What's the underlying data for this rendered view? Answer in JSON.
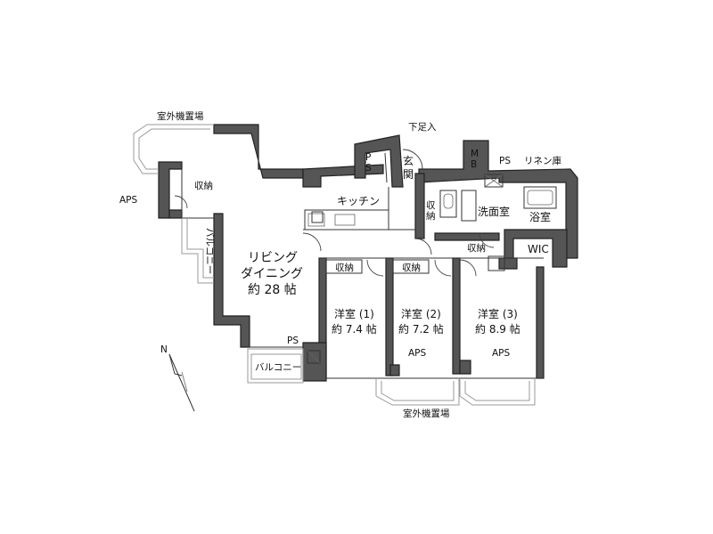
{
  "rooms": {
    "living_1": "リビング",
    "living_2": "ダイニング",
    "living_3": "約 28 帖",
    "kitchen": "キッチン",
    "washroom": "洗面室",
    "bath": "浴室",
    "wic": "WIC",
    "room1_name": "洋室 (1)",
    "room1_size": "約 7.4 帖",
    "room2_name": "洋室 (2)",
    "room2_size": "約 7.2 帖",
    "room3_name": "洋室 (3)",
    "room3_size": "約 8.9 帖",
    "entrance_1": "玄",
    "entrance_2": "関"
  },
  "labels": {
    "outdoor_unit_top": "室外機置場",
    "outdoor_unit_bottom": "室外機置場",
    "shoe_box": "下足入",
    "linen": "リネン庫",
    "aps_left": "APS",
    "aps_mid": "APS",
    "aps_right": "APS",
    "ps_top": "PS",
    "ps_bottom": "PS",
    "ps_box_1": "P",
    "ps_box_2": "S",
    "mb_1": "M",
    "mb_2": "B",
    "storage_top_left": "収納",
    "storage_kitchen_1": "収",
    "storage_kitchen_2": "納",
    "storage_wash": "収納",
    "storage_r1": "収納",
    "storage_r2": "収納",
    "balcony_vertical": "バルコニー",
    "balcony_bottom": "バルコニー",
    "north": "N"
  }
}
